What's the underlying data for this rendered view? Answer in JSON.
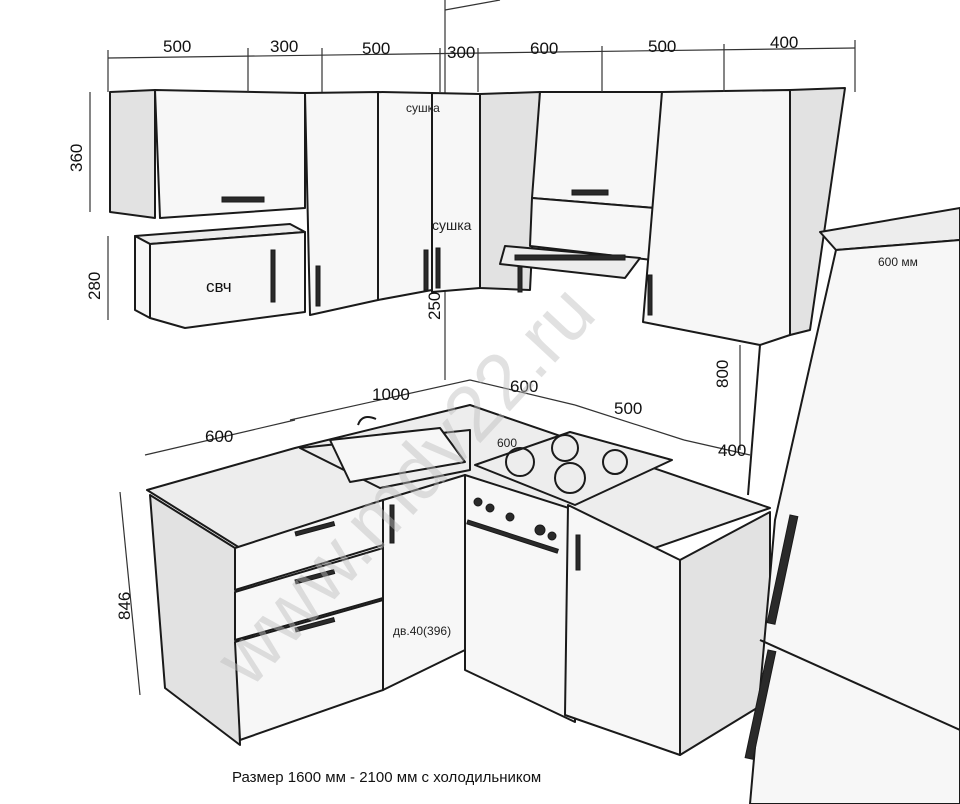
{
  "dimensions": {
    "top_widths": [
      "500",
      "300",
      "500",
      "300",
      "600",
      "500",
      "400"
    ],
    "upper_height": "360",
    "microwave_height": "280",
    "gap_height": "250",
    "wall_width": "1000",
    "left_depth": "600",
    "corner_depth": "600",
    "stove_width": "500",
    "stove_depth": "600",
    "right_wall_depth": "400",
    "tall_height": "800",
    "base_height": "846",
    "fridge_width": "600 мм"
  },
  "labels": {
    "drying_top": "сушка",
    "drying_mid": "сушка",
    "microwave": "свч",
    "door": "дв.40(396)"
  },
  "watermark": "www.mdv22.ru",
  "caption": "Размер 1600 мм - 2100 мм с холодильником"
}
